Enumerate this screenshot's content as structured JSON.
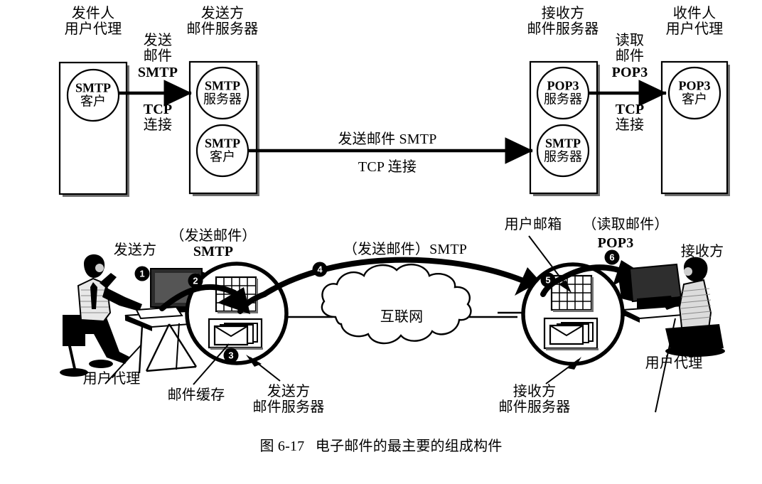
{
  "figure": {
    "caption": "图 6-17   电子邮件的最主要的组成构件",
    "colors": {
      "ink": "#000000",
      "paper": "#ffffff"
    }
  },
  "top_diagram": {
    "headers": [
      {
        "id": "sender-agent",
        "lines": [
          "发件人",
          "用户代理"
        ]
      },
      {
        "id": "link1",
        "lines": [
          "发送",
          "邮件",
          "SMTP"
        ]
      },
      {
        "id": "sender-server",
        "lines": [
          "发送方",
          "邮件服务器"
        ]
      },
      {
        "id": "receiver-server",
        "lines": [
          "接收方",
          "邮件服务器"
        ]
      },
      {
        "id": "link3",
        "lines": [
          "读取",
          "邮件",
          "POP3"
        ]
      },
      {
        "id": "receiver-agent",
        "lines": [
          "收件人",
          "用户代理"
        ]
      }
    ],
    "link_lower": [
      {
        "id": "link1-lower",
        "lines": [
          "TCP",
          "连接"
        ]
      },
      {
        "id": "link3-lower",
        "lines": [
          "TCP",
          "连接"
        ]
      }
    ],
    "boxes": [
      {
        "id": "box-sender-agent",
        "nodes": [
          {
            "id": "smtp-client-1",
            "lines": [
              "SMTP",
              "客户"
            ]
          }
        ]
      },
      {
        "id": "box-sender-server",
        "nodes": [
          {
            "id": "smtp-server-1",
            "lines": [
              "SMTP",
              "服务器"
            ]
          },
          {
            "id": "smtp-client-2",
            "lines": [
              "SMTP",
              "客户"
            ]
          }
        ]
      },
      {
        "id": "box-receiver-server",
        "nodes": [
          {
            "id": "pop3-server-1",
            "lines": [
              "POP3",
              "服务器"
            ]
          },
          {
            "id": "smtp-server-2",
            "lines": [
              "SMTP",
              "服务器"
            ]
          }
        ]
      },
      {
        "id": "box-receiver-agent",
        "nodes": [
          {
            "id": "pop3-client-1",
            "lines": [
              "POP3",
              "客户"
            ]
          }
        ]
      }
    ],
    "middle_link": {
      "top": "发送邮件 SMTP",
      "bottom": "TCP 连接"
    }
  },
  "bottom_diagram": {
    "labels": {
      "sender_side": "发送方",
      "sender_protocol_top": "（发送邮件）",
      "sender_protocol_bottom": "SMTP",
      "user_agent_left": "用户代理",
      "mail_cache": "邮件缓存",
      "sender_server_l1": "发送方",
      "sender_server_l2": "邮件服务器",
      "internet": "互联网",
      "middle_protocol": "（发送邮件）SMTP",
      "user_mailbox": "用户邮箱",
      "read_protocol_top": "（读取邮件）",
      "read_protocol_bottom": "POP3",
      "receiver_side": "接收方",
      "user_agent_right": "用户代理",
      "receiver_server_l1": "接收方",
      "receiver_server_l2": "邮件服务器"
    },
    "step_badges": [
      "1",
      "2",
      "3",
      "4",
      "5",
      "6"
    ]
  }
}
